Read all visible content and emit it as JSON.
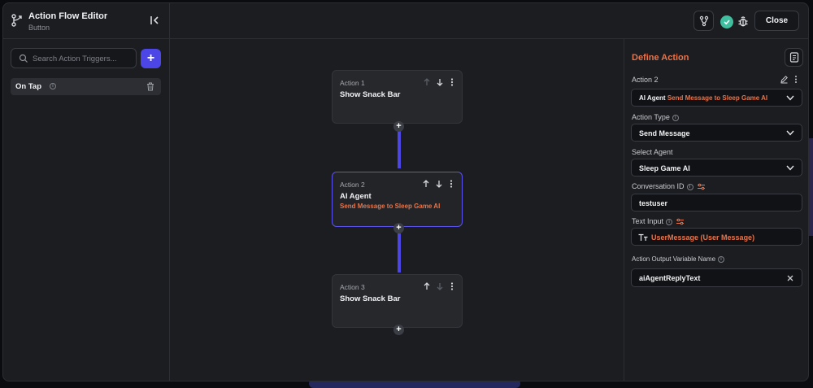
{
  "header": {
    "title": "Action Flow Editor",
    "subtitle": "Button",
    "close_label": "Close",
    "buttons": [
      "flow-icon",
      "collapse-icon",
      "git-icon",
      "check-icon",
      "bug-icon"
    ]
  },
  "left": {
    "search_placeholder": "Search Action Triggers...",
    "triggers": [
      {
        "label": "On Tap"
      }
    ]
  },
  "canvas": {
    "actions": [
      {
        "label": "Action 1",
        "title": "Show Snack Bar",
        "subtitle": ""
      },
      {
        "label": "Action 2",
        "title": "AI Agent",
        "subtitle": "Send Message to Sleep Game AI"
      },
      {
        "label": "Action 3",
        "title": "Show Snack Bar",
        "subtitle": ""
      }
    ]
  },
  "right": {
    "heading": "Define Action",
    "action_label": "Action 2",
    "action_select_prefix": "AI Agent",
    "action_select_value": "Send Message to Sleep Game AI",
    "action_type_label": "Action Type",
    "action_type_value": "Send Message",
    "select_agent_label": "Select Agent",
    "select_agent_value": "Sleep Game AI",
    "conversation_id_label": "Conversation ID",
    "conversation_id_value": "testuser",
    "text_input_label": "Text Input",
    "text_input_value": "UserMessage (User Message)",
    "output_var_label": "Action Output Variable Name",
    "output_var_value": "aiAgentReplyText"
  },
  "colors": {
    "accent": "#4b46e5",
    "orange": "#e8744b",
    "success": "#3fbfa0"
  }
}
